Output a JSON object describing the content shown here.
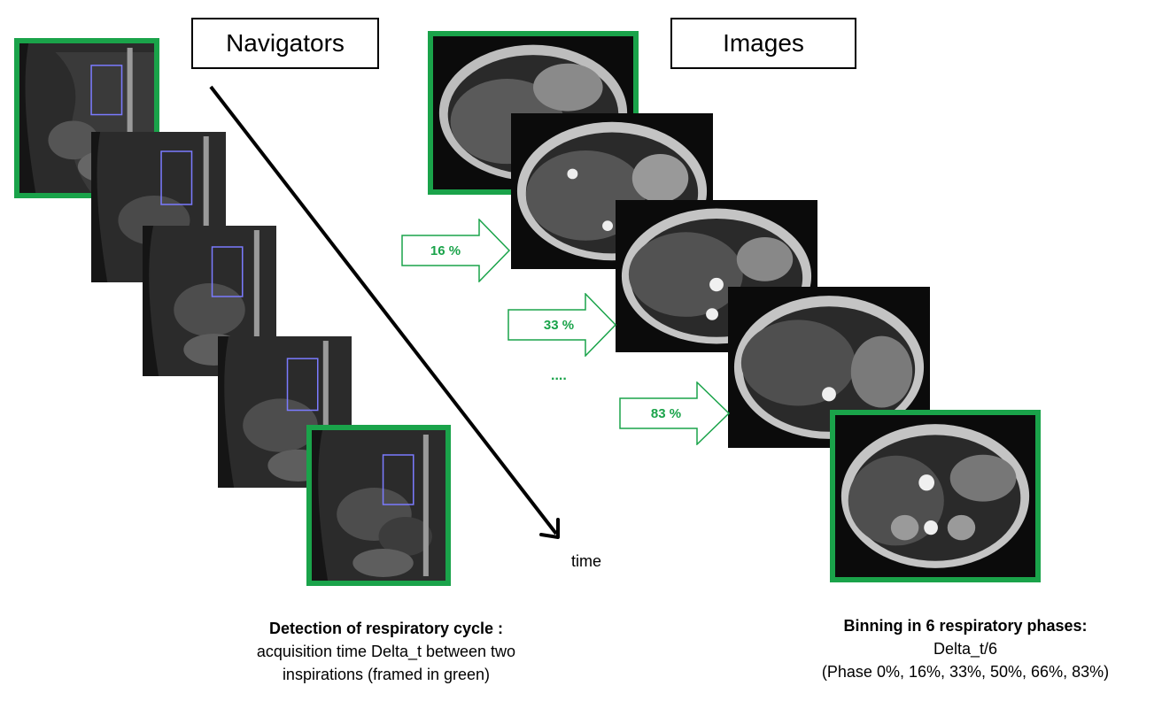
{
  "titles": {
    "navigators": "Navigators",
    "images": "Images"
  },
  "arrows": {
    "p16": "16 %",
    "p33": "33 %",
    "p83": "83 %",
    "ellipsis": "...."
  },
  "time_label": "time",
  "left_caption": {
    "line1": "Detection of respiratory cycle :",
    "line2": "acquisition time Delta_t  between two",
    "line3": "inspirations (framed in green)"
  },
  "right_caption": {
    "line1": "Binning in 6 respiratory phases:",
    "line2": "Delta_t/6",
    "line3": "(Phase 0%, 16%, 33%, 50%, 66%, 83%)"
  },
  "colors": {
    "frame_green": "#1aa34a",
    "navigator_box": "#7b7bff"
  }
}
